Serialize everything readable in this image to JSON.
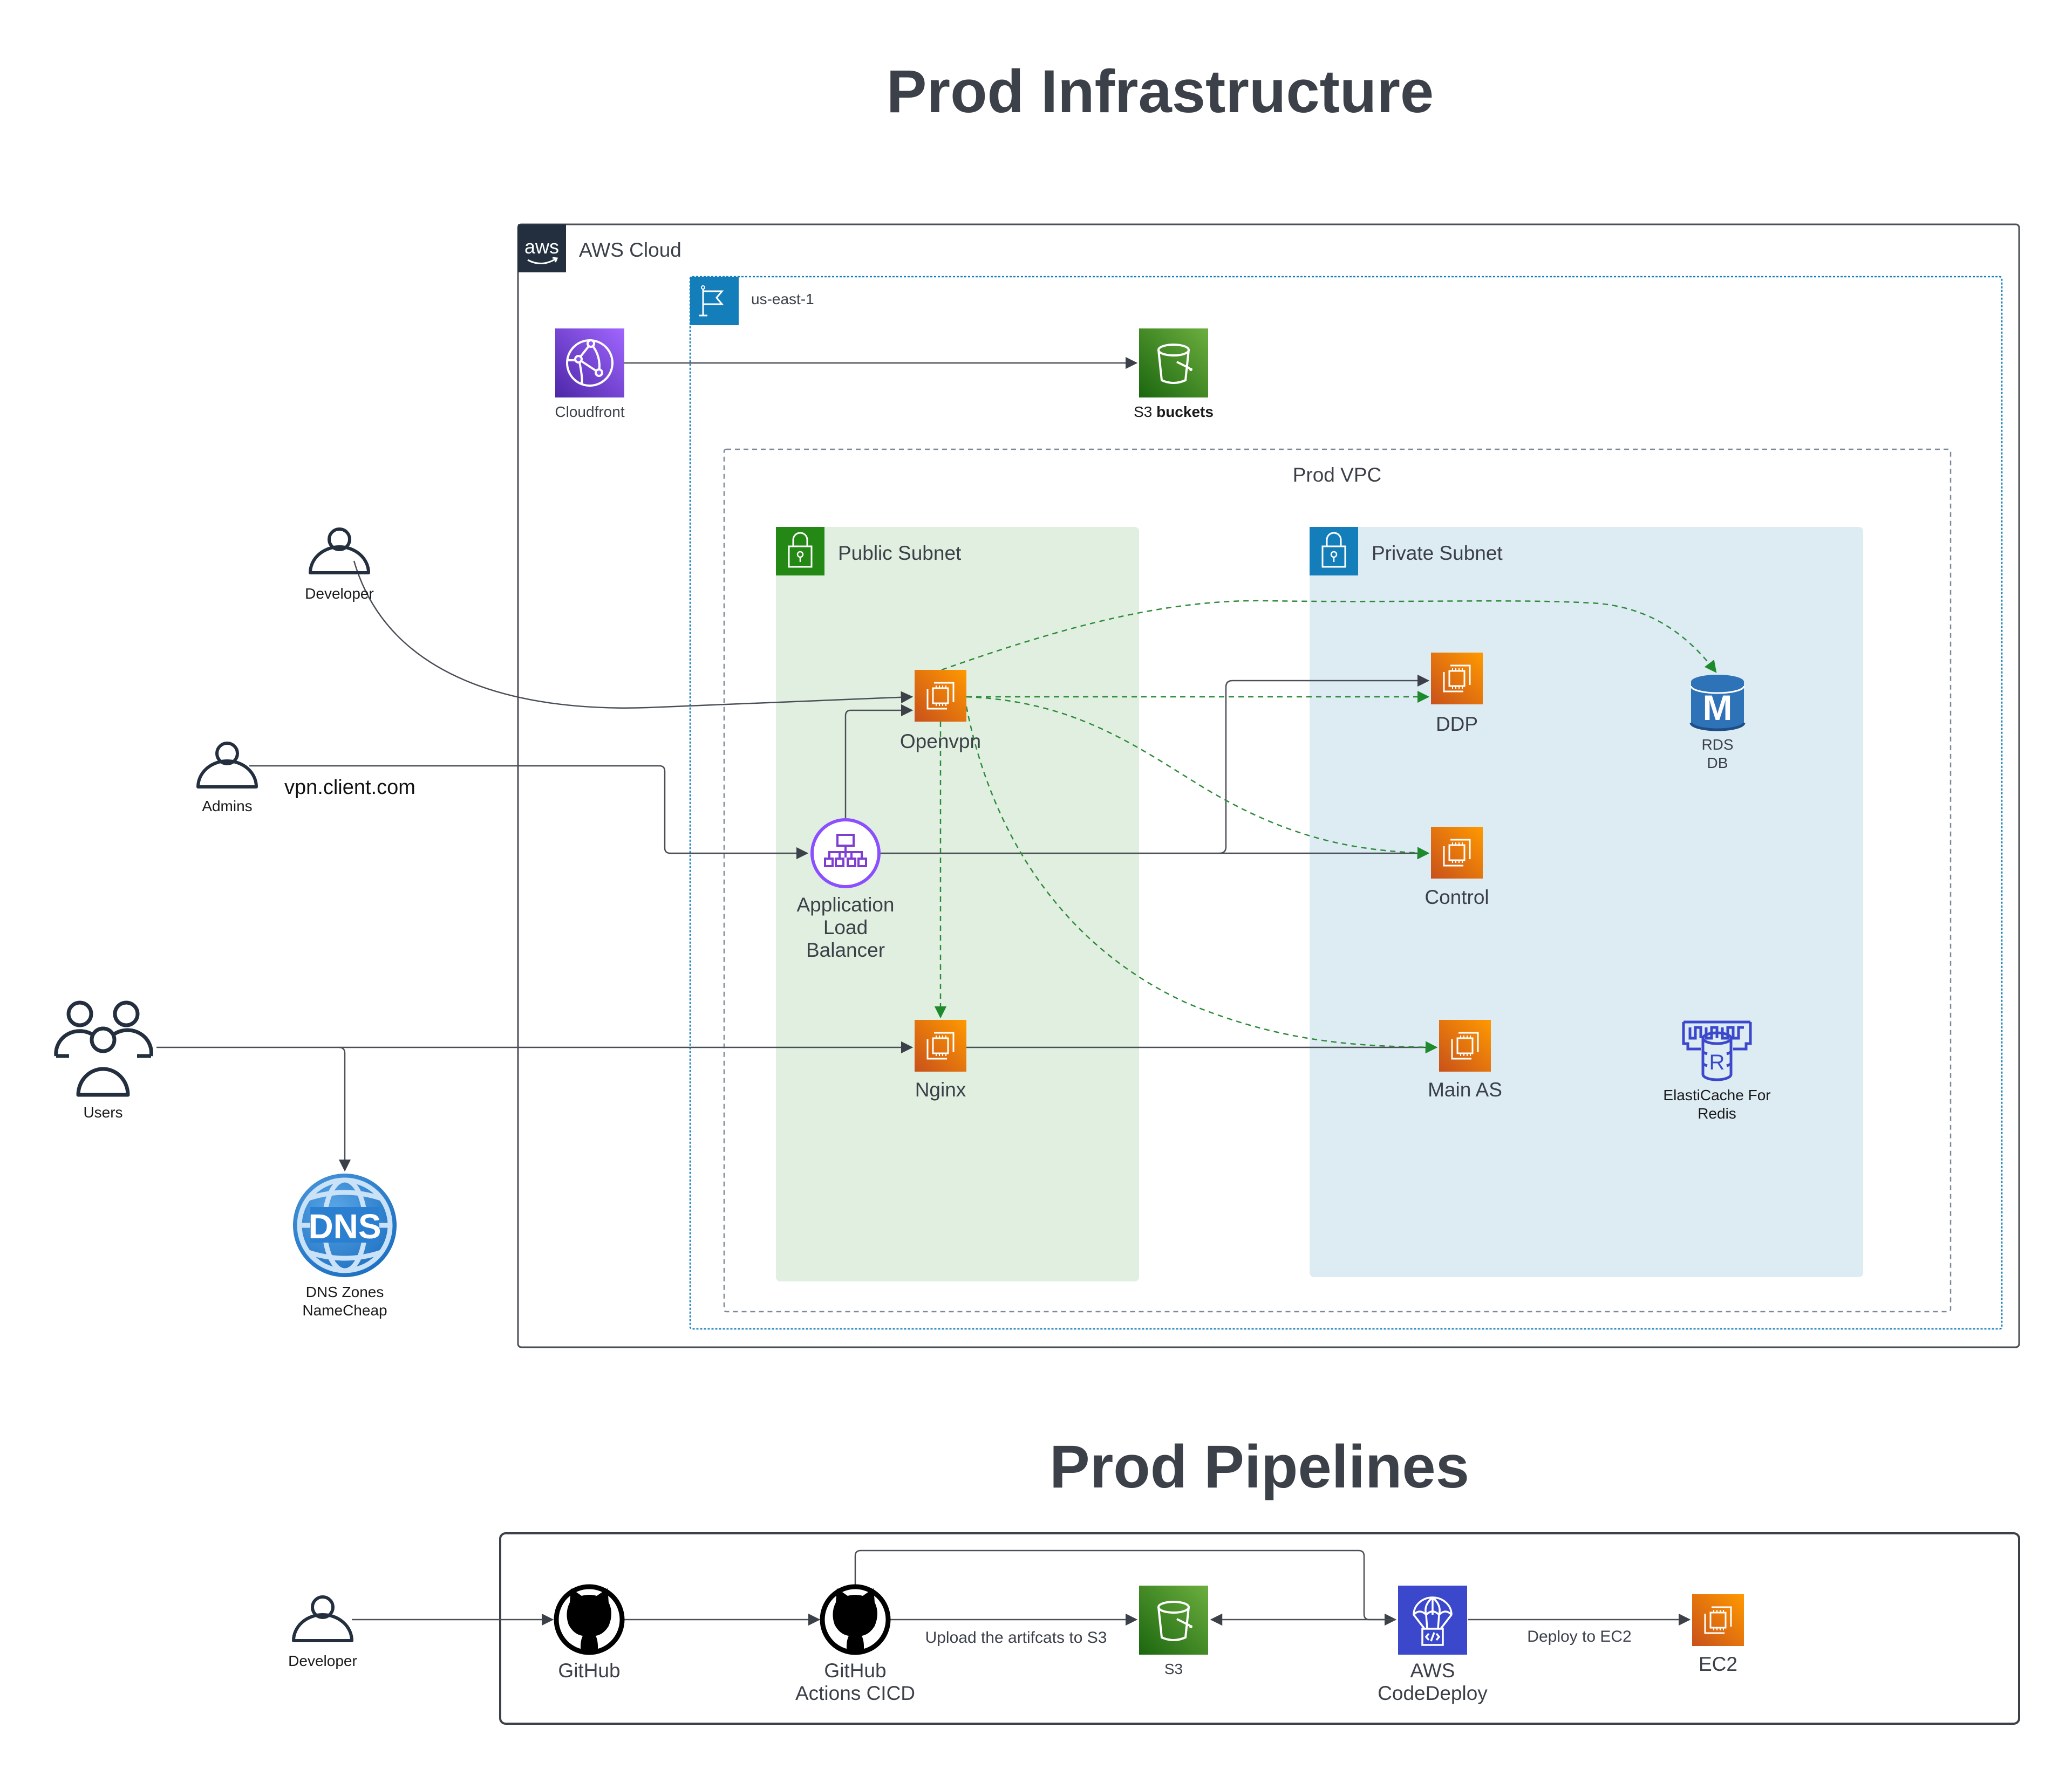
{
  "titles": {
    "infrastructure": "Prod Infrastructure",
    "pipelines": "Prod Pipelines"
  },
  "groups": {
    "aws_cloud": "AWS Cloud",
    "aws_logo": "aws",
    "region": "us-east-1",
    "vpc": "Prod VPC",
    "public_subnet": "Public Subnet",
    "private_subnet": "Private Subnet"
  },
  "actors": {
    "developer": "Developer",
    "admins": "Admins",
    "users": "Users",
    "vpn_domain": "vpn.client.com"
  },
  "services": {
    "cloudfront": "Cloudfront",
    "s3_prefix": "S3",
    "s3_suffix": "buckets",
    "openvpn": "Openvpn",
    "alb": [
      "Application",
      "Load",
      "Balancer"
    ],
    "nginx": "Nginx",
    "ddp": "DDP",
    "control": "Control",
    "main_as": "Main AS",
    "rds": [
      "RDS",
      "DB"
    ],
    "rds_glyph": "M",
    "elasticache": [
      "ElastiCache For",
      "Redis"
    ],
    "elasticache_glyph": "R",
    "dns": [
      "DNS Zones",
      "NameCheap"
    ],
    "dns_glyph": "DNS"
  },
  "pipeline": {
    "developer": "Developer",
    "github": "GitHub",
    "github_actions": [
      "GitHub",
      "Actions CICD"
    ],
    "upload_label": "Upload the artifcats to S3",
    "s3": "S3",
    "codedeploy": [
      "AWS",
      "CodeDeploy"
    ],
    "deploy_label": "Deploy to EC2",
    "ec2": "EC2"
  },
  "colors": {
    "ec2_orange": "#e8731a",
    "s3_green": "#3f8624",
    "cloudfront_purple": "#8c4fff",
    "codedeploy_blue": "#3b48cc",
    "rds_blue": "#2e73b8",
    "public_subnet_fill": "#e0efdf",
    "private_subnet_fill": "#ddebf3",
    "public_subnet_header": "#248814",
    "private_subnet_header": "#147eba",
    "dashed_flow": "#2e8b3a"
  }
}
